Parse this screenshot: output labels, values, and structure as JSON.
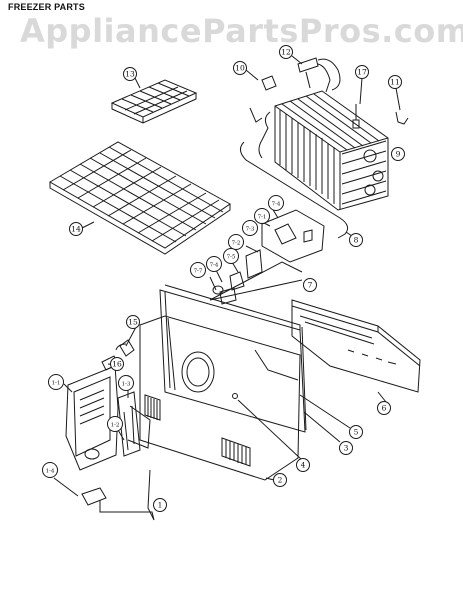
{
  "header": {
    "title": "FREEZER PARTS",
    "watermark": "AppliancePartsPros.com"
  },
  "callouts": [
    {
      "id": "c13",
      "label": "13"
    },
    {
      "id": "c10",
      "label": "10"
    },
    {
      "id": "c12",
      "label": "12"
    },
    {
      "id": "c17",
      "label": "17"
    },
    {
      "id": "c11",
      "label": "11"
    },
    {
      "id": "c9",
      "label": "9"
    },
    {
      "id": "c14",
      "label": "14"
    },
    {
      "id": "c8",
      "label": "8"
    },
    {
      "id": "c7-4a",
      "label": "7-4"
    },
    {
      "id": "c7-1",
      "label": "7-1"
    },
    {
      "id": "c7-2",
      "label": "7-2"
    },
    {
      "id": "c7-3",
      "label": "7-3"
    },
    {
      "id": "c7-5",
      "label": "7-5"
    },
    {
      "id": "c7-4b",
      "label": "7-4"
    },
    {
      "id": "c7-7",
      "label": "7-7"
    },
    {
      "id": "c7",
      "label": "7"
    },
    {
      "id": "c15",
      "label": "15"
    },
    {
      "id": "c16",
      "label": "16"
    },
    {
      "id": "c1-1",
      "label": "1-1"
    },
    {
      "id": "c1-3",
      "label": "1-3"
    },
    {
      "id": "c1-2",
      "label": "1-2"
    },
    {
      "id": "c1-4",
      "label": "1-4"
    },
    {
      "id": "c1",
      "label": "1"
    },
    {
      "id": "c2",
      "label": "2"
    },
    {
      "id": "c4",
      "label": "4"
    },
    {
      "id": "c3",
      "label": "3"
    },
    {
      "id": "c5",
      "label": "5"
    },
    {
      "id": "c6",
      "label": "6"
    }
  ],
  "colors": {
    "line": "#1a1a1a",
    "watermark": "#b9b9b9",
    "background": "#ffffff"
  }
}
